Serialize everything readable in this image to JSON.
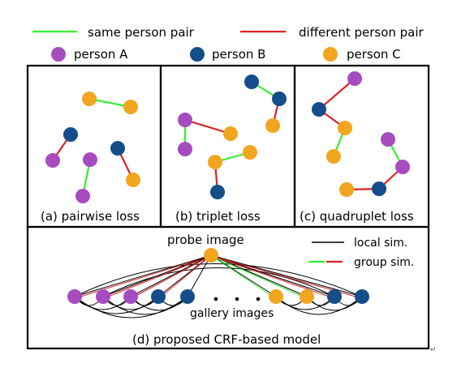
{
  "legend": {
    "same_pair": "same person pair",
    "different_pair": "different person pair",
    "person_a": "person A",
    "person_b": "person B",
    "person_c": "person C"
  },
  "colors": {
    "person_a": "#a64cc0",
    "person_b": "#144d8a",
    "person_c": "#f2a51e",
    "same_pair": "#33ee33",
    "different_pair": "#dd2222",
    "local_sim": "#000000"
  },
  "panels": {
    "a": "(a) pairwise loss",
    "b": "(b) triplet loss",
    "c": "(c) quadruplet loss"
  },
  "crf": {
    "probe_label": "probe image",
    "local_sim": "local sim.",
    "group_sim": "group sim.",
    "gallery_label": "gallery images",
    "caption": "(d) proposed CRF-based model"
  },
  "trailing_mark": "↵"
}
